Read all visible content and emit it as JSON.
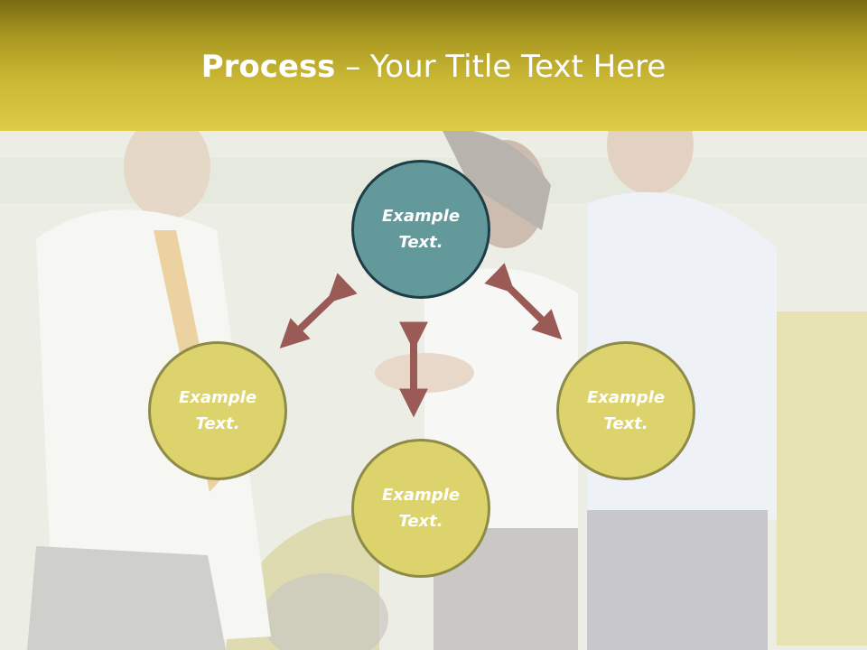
{
  "slide": {
    "title_bold": "Process",
    "title_rest": " – Your Title Text Here"
  },
  "colors": {
    "title_band": "#cbb935",
    "center_circle_fill": "#63999a",
    "center_circle_border": "#1d3e48",
    "outer_circle_fill": "#ddd36c",
    "outer_circle_border": "#8e8b48",
    "arrow": "#9a5a55"
  },
  "diagram": {
    "top": "Example\nText.",
    "left": "Example\nText.",
    "right": "Example\nText.",
    "bottom": "Example\nText."
  }
}
